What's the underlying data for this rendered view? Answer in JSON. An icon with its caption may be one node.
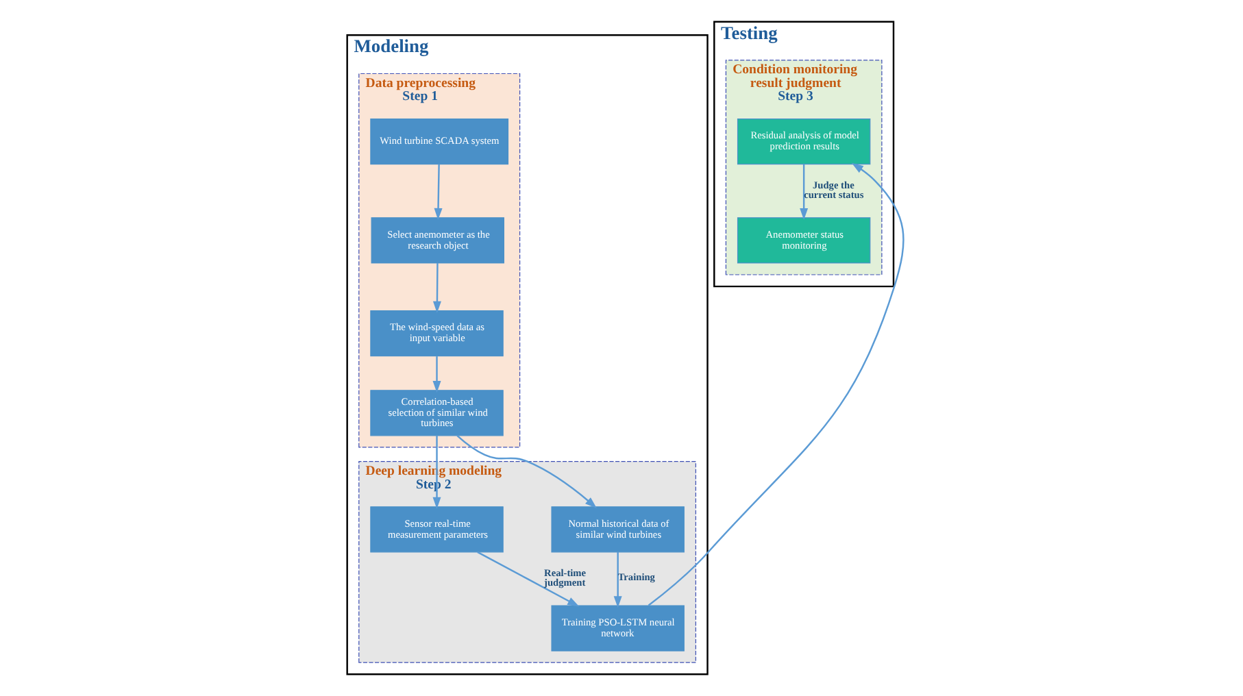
{
  "diagram": {
    "nodes": [
      {
        "text": [
          "Modeling"
        ]
      },
      {
        "text": [
          "Data preprocessing",
          "Step 1"
        ],
        "in": 0
      },
      {
        "text": [
          "Wind turbine SCADA system"
        ],
        "in": 1
      },
      {
        "text": [
          "Select anemometer as the research object"
        ],
        "in": 1
      },
      {
        "text": [
          "The wind-speed data as input variable"
        ],
        "in": 1
      },
      {
        "text": [
          "Correlation-based selection of similar wind turbines"
        ],
        "in": 1
      },
      {
        "text": [
          "Deep learning modeling",
          "Step 2"
        ],
        "in": 0
      },
      {
        "text": [
          "Normal historical data of similar wind turbines"
        ],
        "in": 6
      },
      {
        "text": [
          "Training PSO-LSTM neural network"
        ],
        "in": 6
      },
      {
        "text": [
          "Sensor real-time measurement parameters"
        ],
        "in": 6
      },
      {
        "text": [
          "Testing"
        ]
      },
      {
        "text": [
          "Condition monitoring result judgment",
          "Step 3"
        ],
        "in": 10
      },
      {
        "text": [
          "Residual analysis of model prediction results"
        ],
        "in": 11
      },
      {
        "text": [
          "Anemometer status monitoring"
        ],
        "in": 11
      }
    ],
    "edges": [
      {
        "from": 2,
        "to": 3,
        "arrow": "to"
      },
      {
        "from": 3,
        "to": 4,
        "arrow": "to"
      },
      {
        "from": 4,
        "to": 5,
        "arrow": "to"
      },
      {
        "from": 5,
        "to": 7,
        "arrow": "to"
      },
      {
        "from": 5,
        "to": 9,
        "arrow": "to"
      },
      {
        "from": 7,
        "to": 8,
        "label": "Training",
        "arrow": "to"
      },
      {
        "from": 9,
        "to": 8,
        "label": "Real-time judgment",
        "arrow": "to"
      },
      {
        "from": 8,
        "to": 12,
        "arrow": "to"
      },
      {
        "from": 12,
        "to": 13,
        "label": "Judge the current status",
        "arrow": "to"
      }
    ]
  }
}
